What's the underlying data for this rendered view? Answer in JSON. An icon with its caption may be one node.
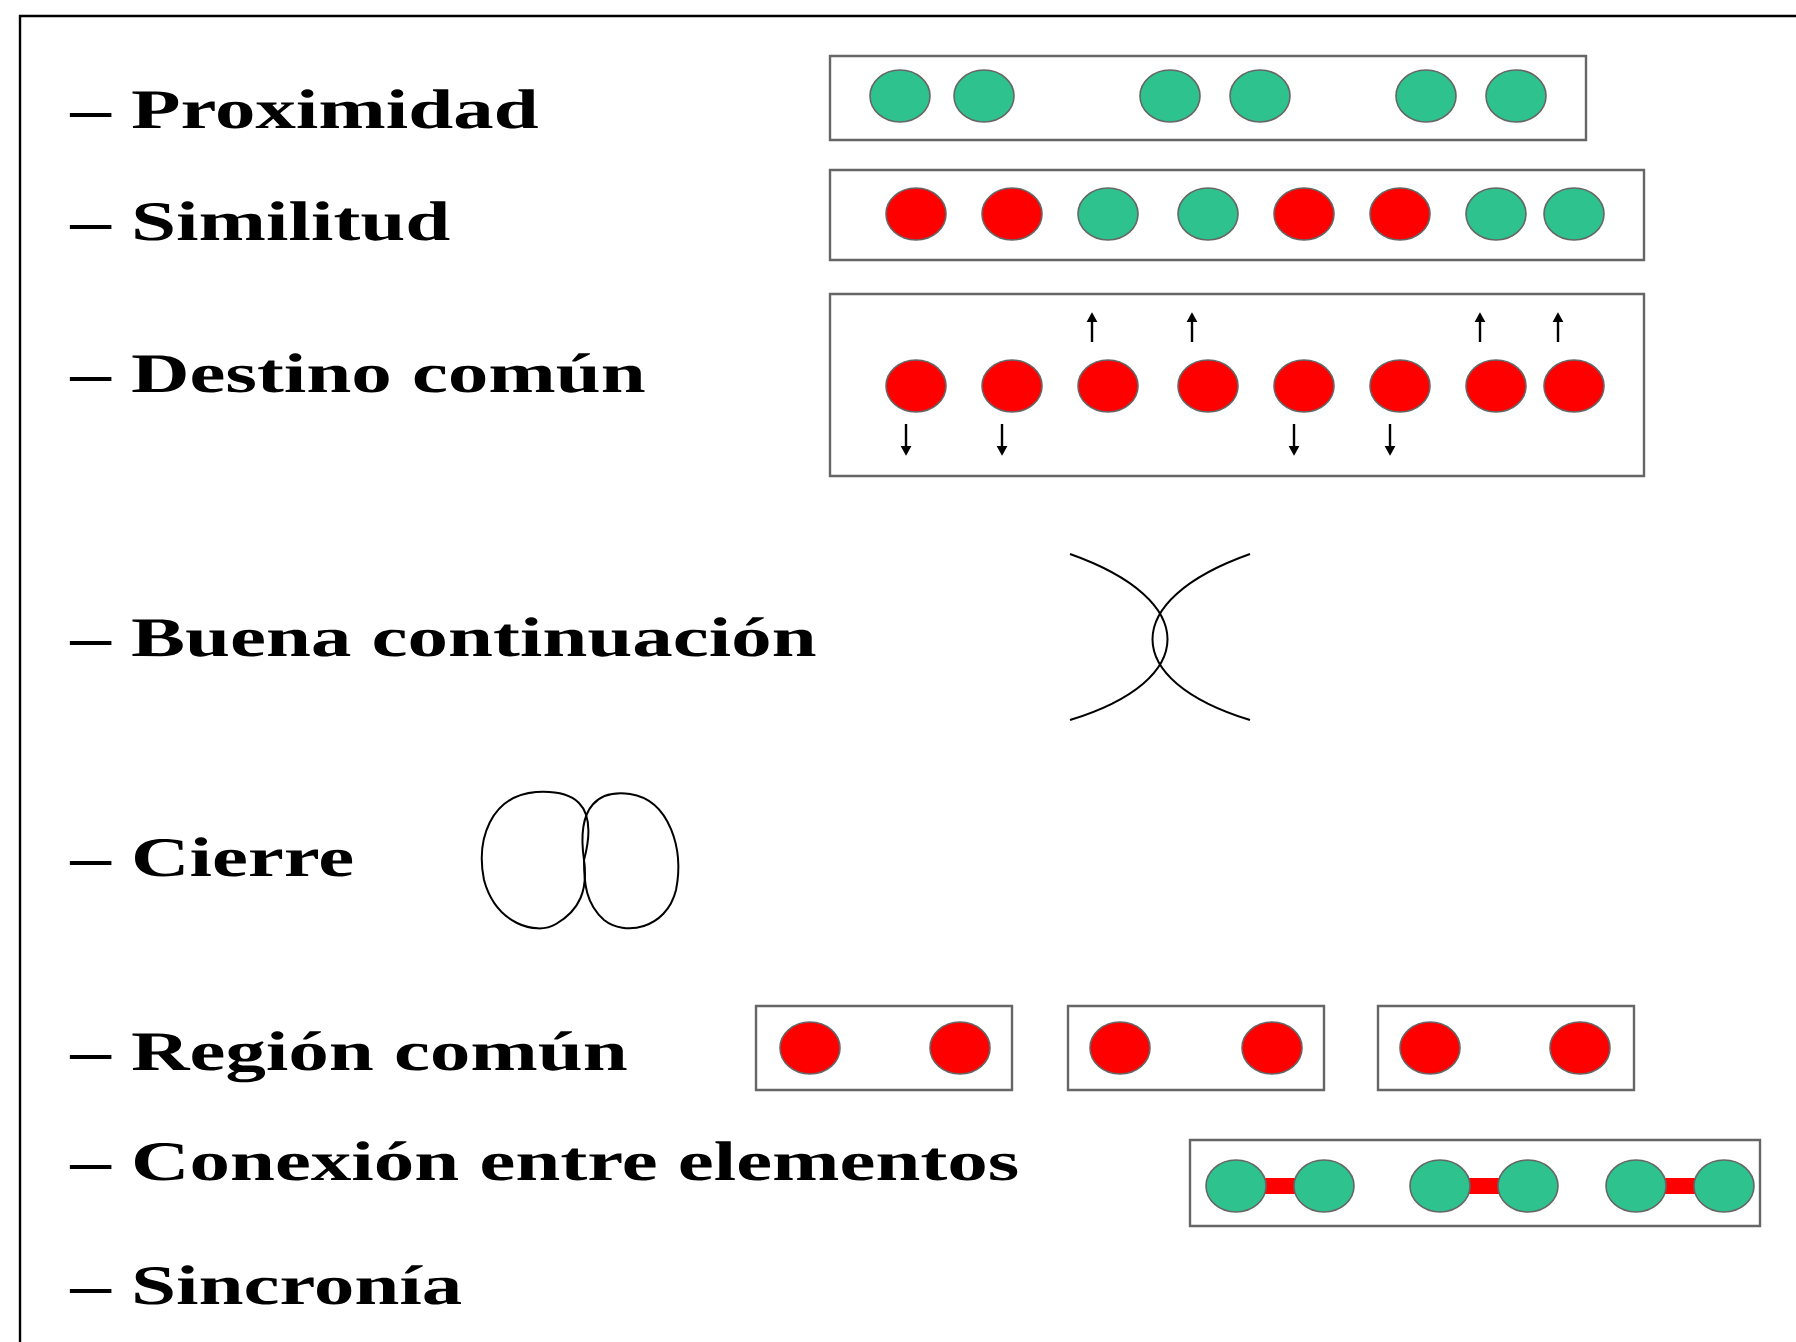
{
  "diagram": {
    "labels": [
      "– Proximidad",
      "– Similitud",
      "– Destino común",
      "– Buena continuación",
      "– Cierre",
      "– Región común",
      "– Conexión entre elementos",
      "– Sincronía"
    ]
  }
}
